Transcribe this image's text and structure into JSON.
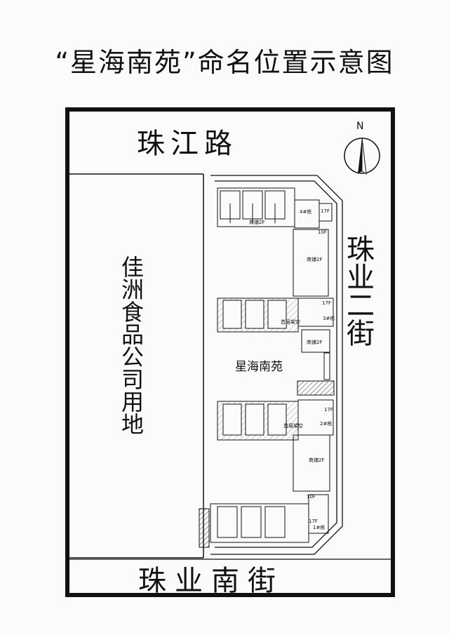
{
  "title": "“星海南苑”命名位置示意图",
  "roads": {
    "top": "珠江路",
    "right": "珠业二街",
    "bottom": "珠业南街"
  },
  "west_land": "佳洲食品公司用地",
  "estate_name": "星海南苑",
  "compass": {
    "label": "N"
  },
  "labels": {
    "b4": "4#栋",
    "b3": "3#栋",
    "b2": "2#栋",
    "b1": "1#栋",
    "f17a": "17F",
    "f17b": "17F",
    "f17c": "17F",
    "f17d": "17F",
    "f10a": "10F",
    "f10b": "10F",
    "shop1": "商铺2F",
    "shop2": "商铺2F",
    "shop3": "商铺2F",
    "void1": "首层架空",
    "void2": "首层架空",
    "shop_top": "商铺2F"
  }
}
